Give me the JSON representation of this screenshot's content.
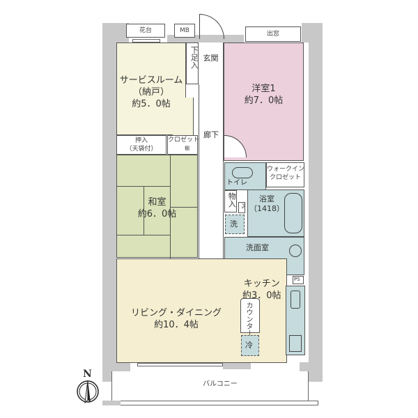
{
  "floor_plan": {
    "colors": {
      "service_room": "#f6f4dc",
      "western_room": "#ecd0dc",
      "japanese_room": "#d9e2b8",
      "living_dining": "#f5eed0",
      "wet_area": "#c5dbdd",
      "wall": "#c8c8c8"
    },
    "rooms": {
      "service_room": {
        "name": "サービスルーム",
        "sub": "（納戸）",
        "size": "約5．0帖"
      },
      "western_room": {
        "name": "洋室1",
        "size": "約7．0帖"
      },
      "japanese_room": {
        "name": "和室",
        "size": "約6．0帖"
      },
      "living_dining": {
        "name": "リビング・ダイニング",
        "size": "約10．4帖"
      },
      "kitchen": {
        "name": "キッチン",
        "size": "約3．0帖"
      },
      "bathroom": {
        "name": "浴室",
        "sub": "（1418）"
      },
      "washroom": {
        "name": "洗面室"
      },
      "toilet": {
        "name": "トイレ"
      }
    },
    "labels": {
      "flower_bed": "花台",
      "mb": "MB",
      "bay_window": "出窓",
      "entrance": "玄関",
      "shoe_box": "下足入",
      "hallway": "廊下",
      "closet_oshiire": "押入",
      "closet_oshiire_sub": "（天袋付）",
      "closet": "クロゼット",
      "shelf": "棚",
      "walk_in_closet_1": "ウォークイン",
      "walk_in_closet_2": "クロゼット",
      "storage": "物入",
      "ps": "PS",
      "washer": "洗",
      "counter": "カウンター",
      "fridge": "冷",
      "balcony": "バルコニー",
      "north": "N"
    }
  }
}
